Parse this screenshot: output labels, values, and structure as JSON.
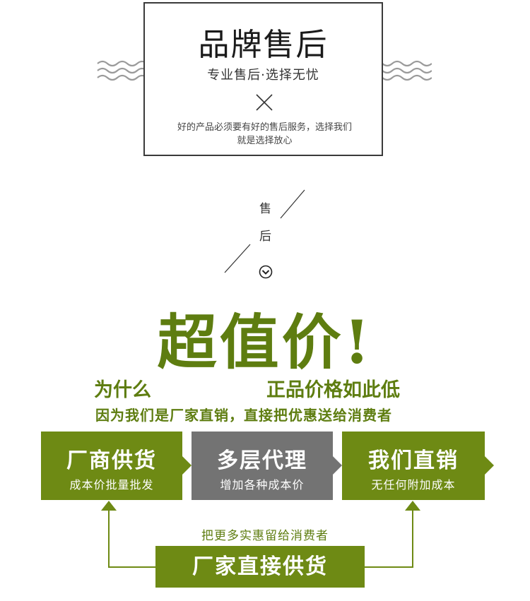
{
  "card": {
    "title": "品牌售后",
    "subtitle": "专业售后·选择无忧",
    "description_line1": "好的产品必须要有好的售后服务，选择我们",
    "description_line2": "就是选择放心"
  },
  "divider": {
    "char1": "售",
    "char2": "后",
    "icon": "chevron-down-circle-icon"
  },
  "headline": {
    "title": "超值价!",
    "question_left": "为什么",
    "question_right": "正品价格如此低",
    "answer": "因为我们是厂家直销，直接把优惠送给消费者"
  },
  "flow": {
    "boxes": [
      {
        "title": "厂商供货",
        "subtitle": "成本价批量批发"
      },
      {
        "title": "多层代理",
        "subtitle": "增加各种成本价"
      },
      {
        "title": "我们直销",
        "subtitle": "无任何附加成本"
      }
    ],
    "note": "把更多实惠留给消费者",
    "bottom": "厂家直接供货"
  },
  "colors": {
    "accent_green": "#6e8a14",
    "headline_green": "#5e7d10",
    "middle_gray": "#737373",
    "frame": "#3a3a3a"
  }
}
